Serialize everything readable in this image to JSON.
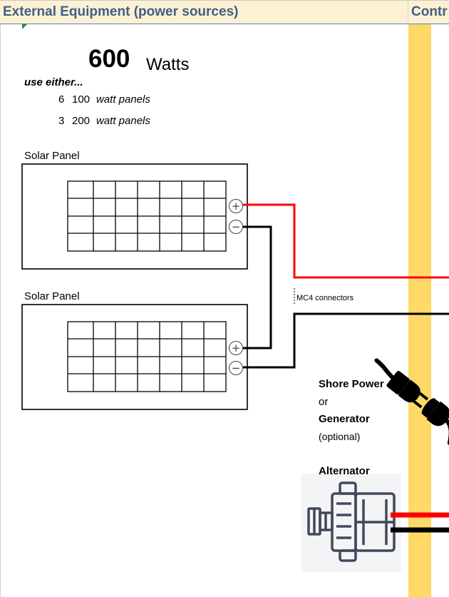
{
  "header": {
    "title": "External Equipment (power sources)",
    "title_next": "Contr"
  },
  "power": {
    "value": "600",
    "unit": "Watts",
    "use_either": "use either...",
    "options": [
      {
        "count": "6",
        "size": "100",
        "unit": "watt panels"
      },
      {
        "count": "3",
        "size": "200",
        "unit": "watt panels"
      }
    ]
  },
  "panels": [
    {
      "label": "Solar Panel",
      "plus": "+",
      "minus": "−"
    },
    {
      "label": "Solar Panel",
      "plus": "+",
      "minus": "−"
    }
  ],
  "connectors": {
    "label": "MC4 connectors"
  },
  "shore": {
    "title": "Shore Power",
    "or": "or",
    "generator": "Generator",
    "optional": "(optional)"
  },
  "alternator": {
    "title": "Alternator"
  },
  "colors": {
    "header_bg": "#fdf1d3",
    "header_text": "#3f5f87",
    "band": "#fed966",
    "positive": "#ff0000",
    "negative": "#000000",
    "alternator_icon": "#44475a"
  },
  "icons": {
    "plug": "power-plug-icon",
    "alternator": "alternator-icon"
  }
}
